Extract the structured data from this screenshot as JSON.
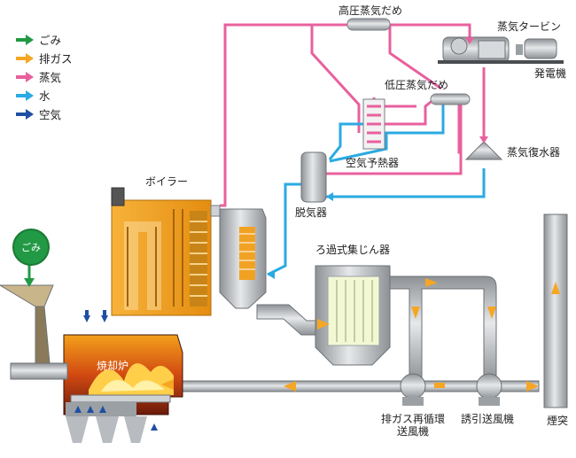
{
  "legend": [
    {
      "label": "ごみ",
      "color": "#229944"
    },
    {
      "label": "排ガス",
      "color": "#f5a623"
    },
    {
      "label": "蒸気",
      "color": "#e8609e"
    },
    {
      "label": "水",
      "color": "#2aaae2"
    },
    {
      "label": "空気",
      "color": "#1f4fa3"
    }
  ],
  "labels": {
    "high_pressure_header": "高圧蒸気だめ",
    "steam_turbine": "蒸気タービン",
    "generator": "発電機",
    "low_pressure_header": "低圧蒸気だめ",
    "air_preheater": "空気予熱器",
    "steam_condenser": "蒸気復水器",
    "boiler": "ボイラー",
    "deaerator": "脱気器",
    "bag_filter": "ろ過式集じん器",
    "incinerator": "焼却炉",
    "gomi_input": "ごみ",
    "recirculation_fan_line1": "排ガス再循環",
    "recirculation_fan_line2": "送風機",
    "induced_draft_fan": "誘引送風機",
    "chimney": "煙突"
  },
  "colors": {
    "steam": "#e8609e",
    "water": "#2aaae2",
    "exhaust": "#f5a623",
    "air": "#1f4fa3",
    "waste": "#229944",
    "equipment": "#b8bcc0",
    "boiler_body": "#f3a01b"
  }
}
